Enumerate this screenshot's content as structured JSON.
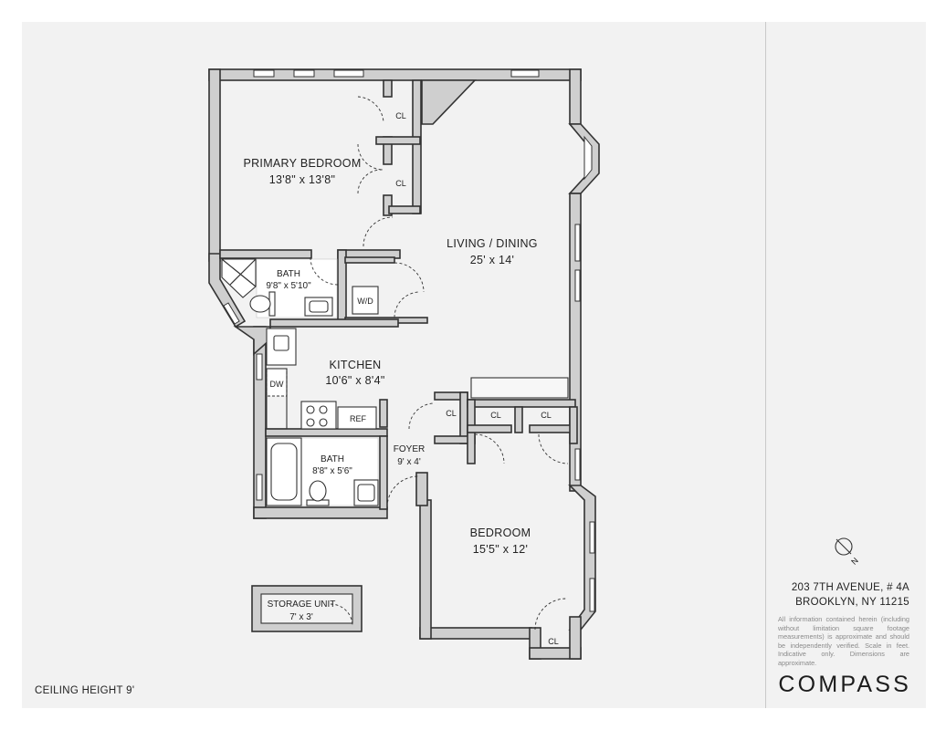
{
  "rooms": {
    "primary_bedroom": {
      "name": "PRIMARY BEDROOM",
      "dims": "13'8\" x 13'8\""
    },
    "living_dining": {
      "name": "LIVING / DINING",
      "dims": "25' x 14'"
    },
    "bath_1": {
      "name": "BATH",
      "dims": "9'8\" x 5'10\""
    },
    "kitchen": {
      "name": "KITCHEN",
      "dims": "10'6\" x 8'4\""
    },
    "bath_2": {
      "name": "BATH",
      "dims": "8'8\" x 5'6\""
    },
    "foyer": {
      "name": "FOYER",
      "dims": "9' x 4'"
    },
    "bedroom": {
      "name": "BEDROOM",
      "dims": "15'5\" x 12'"
    },
    "storage": {
      "name": "STORAGE UNIT",
      "dims": "7' x 3'"
    }
  },
  "fixtures": {
    "closet": "CL",
    "washer_dryer": "W/D",
    "dishwasher": "DW",
    "refrigerator": "REF"
  },
  "compass": {
    "north": "N"
  },
  "address": {
    "line1": "203 7TH AVENUE, # 4A",
    "line2": "BROOKLYN, NY 11215"
  },
  "disclaimer": "All information contained herein (including without limitation square footage measurements) is approximate and should be independently verified. Scale in feet. Indicative only. Dimensions are approximate.",
  "brand": "COMPASS",
  "ceiling": "CEILING HEIGHT 9'"
}
